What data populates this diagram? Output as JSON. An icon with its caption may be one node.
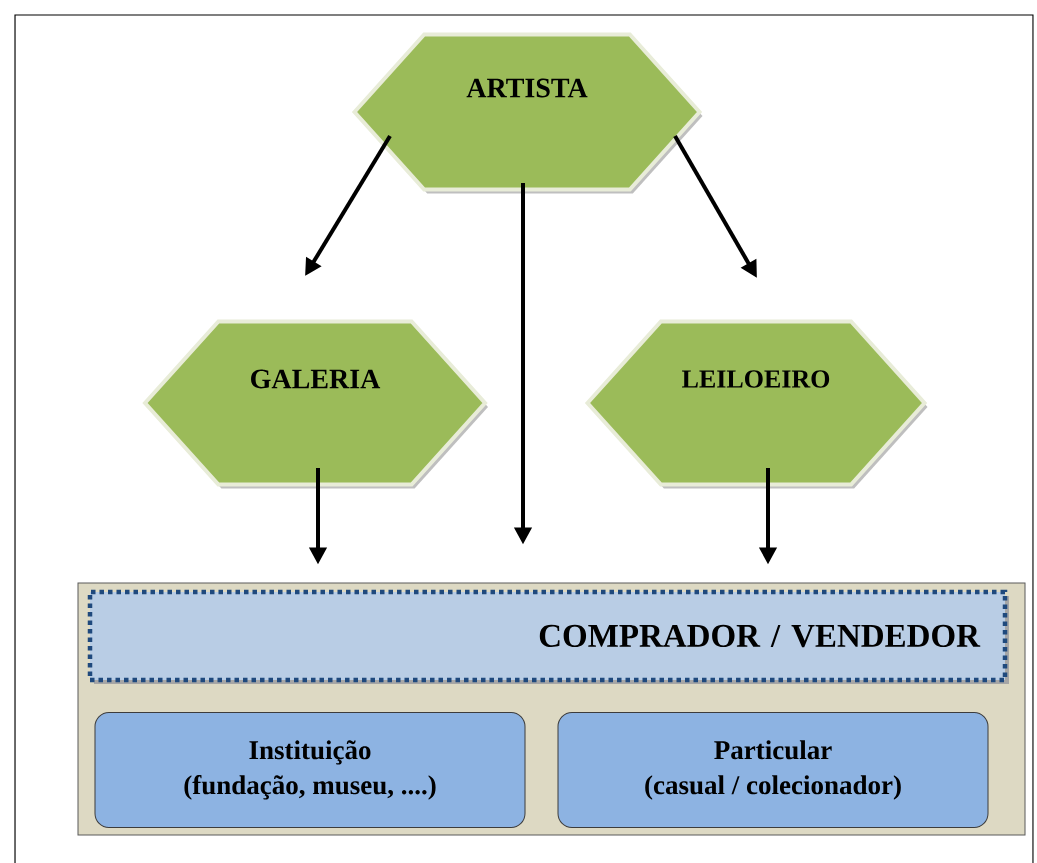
{
  "diagram": {
    "nodes": [
      {
        "text": [
          "ARTISTA"
        ]
      },
      {
        "text": [
          "GALERIA"
        ]
      },
      {
        "text": [
          "LEILOEIRO"
        ]
      },
      {
        "text": [],
        "shape": "box"
      },
      {
        "text": [
          "COMPRADOR / VENDEDOR"
        ],
        "in": 3
      },
      {
        "text": [
          "Instituição",
          "(fundação, museu, ....)"
        ],
        "in": 3
      },
      {
        "text": [
          "Particular",
          "(casual / colecionador)"
        ],
        "in": 3
      }
    ],
    "edges": [
      {
        "from": 0,
        "to": 1,
        "arrow": "to"
      },
      {
        "from": 0,
        "to": 3,
        "arrow": "to"
      },
      {
        "from": 0,
        "to": 2,
        "arrow": "to"
      },
      {
        "from": 1,
        "to": 3,
        "arrow": "to"
      },
      {
        "from": 2,
        "to": 3,
        "arrow": "to"
      }
    ]
  }
}
